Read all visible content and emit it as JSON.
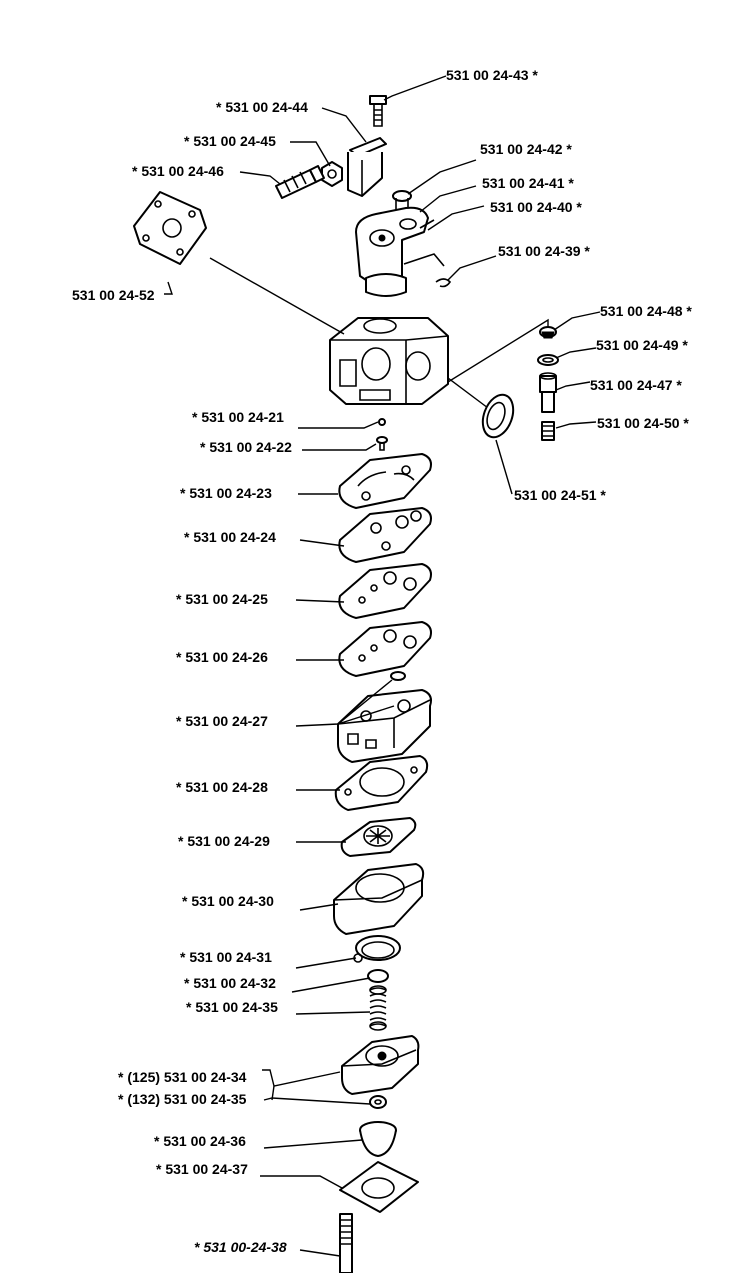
{
  "labels": {
    "p43": "531 00 24-43  *",
    "p44": "*  531 00 24-44",
    "p45": "*  531 00 24-45",
    "p46": "*  531 00 24-46",
    "p42": "531 00 24-42  *",
    "p41": "531 00 24-41  *",
    "p40": "531 00 24-40  *",
    "p39": "531 00 24-39  *",
    "p52": "531 00 24-52",
    "p48": "531 00 24-48  *",
    "p49": "531 00 24-49  *",
    "p47": "531 00 24-47  *",
    "p50": "531 00 24-50  *",
    "p21": "*  531 00 24-21",
    "p22": "*  531 00 24-22",
    "p51": "531 00 24-51  *",
    "p23": "*  531 00 24-23",
    "p24": "*  531 00 24-24",
    "p25": "*  531 00 24-25",
    "p26": "*  531 00 24-26",
    "p27": "*  531 00 24-27",
    "p28": "*  531 00 24-28",
    "p29": "*  531 00 24-29",
    "p30": "*  531 00 24-30",
    "p31": "*  531 00 24-31",
    "p32": "*  531 00 24-32",
    "p35a": "*  531 00 24-35",
    "p34": "*  (125) 531 00 24-34",
    "p35b": "*  (132) 531 00 24-35",
    "p36": "*  531 00 24-36",
    "p37": "*  531 00 24-37",
    "p38": "*  531 00-24-38"
  }
}
